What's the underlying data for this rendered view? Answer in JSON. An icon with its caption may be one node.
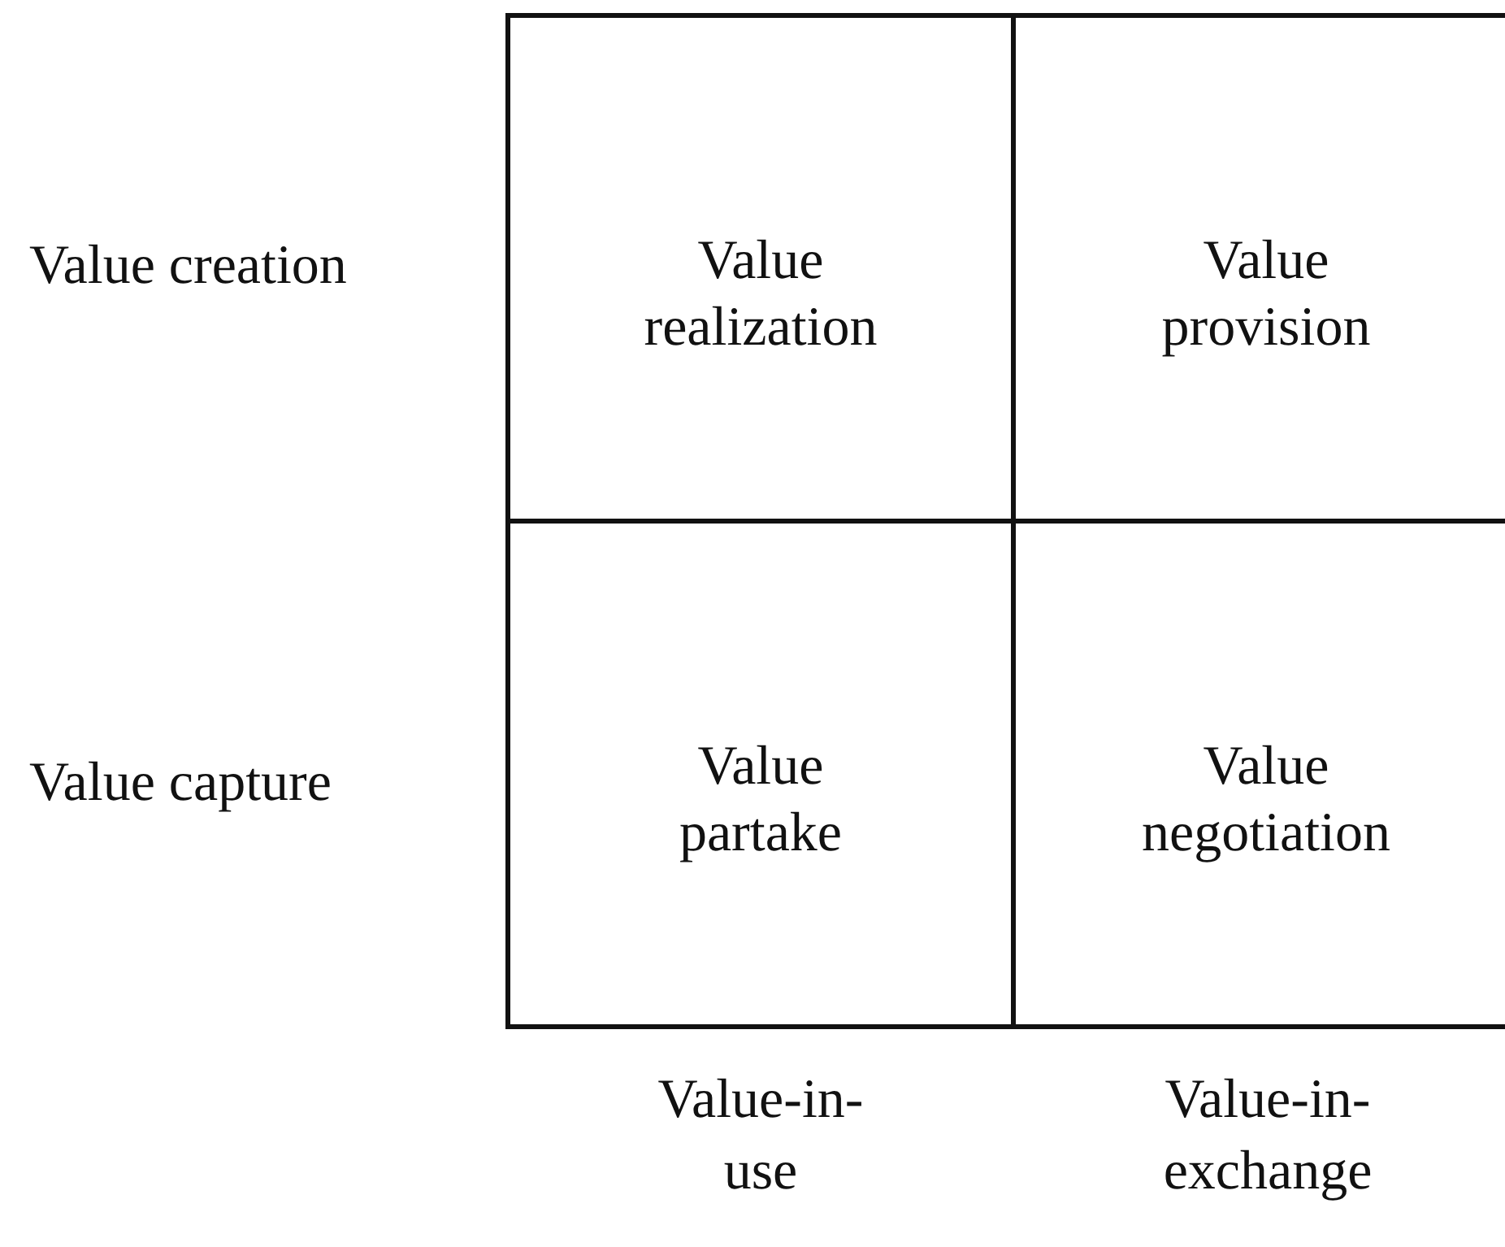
{
  "diagram": {
    "nodes": [
      {
        "text": [
          "Value realization"
        ]
      },
      {
        "text": [
          "Value provision"
        ]
      },
      {
        "text": [
          "Value partake"
        ]
      },
      {
        "text": [
          "Value negotiation"
        ]
      }
    ],
    "labels": [
      "Value creation",
      "Value capture",
      "Value-in-use",
      "Value-in-exchange"
    ]
  }
}
